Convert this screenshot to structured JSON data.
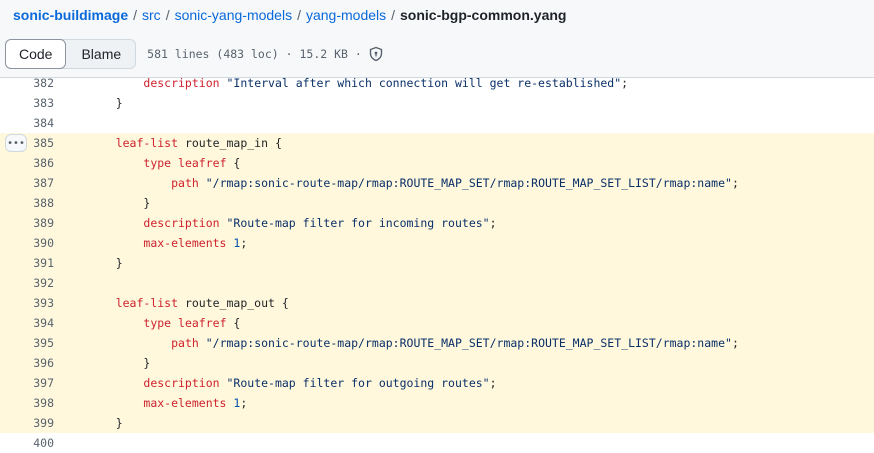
{
  "breadcrumb": {
    "items": [
      "sonic-buildimage",
      "src",
      "sonic-yang-models",
      "yang-models"
    ],
    "separator": "/",
    "current": "sonic-bgp-common.yang"
  },
  "toolbar": {
    "code_label": "Code",
    "blame_label": "Blame",
    "file_meta": "581 lines (483 loc) · 15.2 KB ·",
    "security_icon": "shield-lock-icon"
  },
  "gutter": {
    "more_label": "•••"
  },
  "code": {
    "lines": [
      {
        "n": "382",
        "indent": "        ",
        "tokens": [
          {
            "t": "kw",
            "v": "description"
          },
          {
            "t": "p",
            "v": " "
          },
          {
            "t": "str",
            "v": "\"Interval after which connection will get re-established\""
          },
          {
            "t": "p",
            "v": ";"
          }
        ],
        "hl": false
      },
      {
        "n": "383",
        "indent": "    ",
        "tokens": [
          {
            "t": "p",
            "v": "}"
          }
        ],
        "hl": false
      },
      {
        "n": "384",
        "indent": "",
        "tokens": [],
        "hl": false
      },
      {
        "n": "385",
        "indent": "    ",
        "tokens": [
          {
            "t": "kw",
            "v": "leaf-list"
          },
          {
            "t": "p",
            "v": " route_map_in {"
          }
        ],
        "hl": true,
        "more": true
      },
      {
        "n": "386",
        "indent": "        ",
        "tokens": [
          {
            "t": "kw",
            "v": "type"
          },
          {
            "t": "p",
            "v": " "
          },
          {
            "t": "kw",
            "v": "leafref"
          },
          {
            "t": "p",
            "v": " {"
          }
        ],
        "hl": true
      },
      {
        "n": "387",
        "indent": "            ",
        "tokens": [
          {
            "t": "kw",
            "v": "path"
          },
          {
            "t": "p",
            "v": " "
          },
          {
            "t": "str",
            "v": "\"/rmap:sonic-route-map/rmap:ROUTE_MAP_SET/rmap:ROUTE_MAP_SET_LIST/rmap:name\""
          },
          {
            "t": "p",
            "v": ";"
          }
        ],
        "hl": true
      },
      {
        "n": "388",
        "indent": "        ",
        "tokens": [
          {
            "t": "p",
            "v": "}"
          }
        ],
        "hl": true
      },
      {
        "n": "389",
        "indent": "        ",
        "tokens": [
          {
            "t": "kw",
            "v": "description"
          },
          {
            "t": "p",
            "v": " "
          },
          {
            "t": "str",
            "v": "\"Route-map filter for incoming routes\""
          },
          {
            "t": "p",
            "v": ";"
          }
        ],
        "hl": true
      },
      {
        "n": "390",
        "indent": "        ",
        "tokens": [
          {
            "t": "kw",
            "v": "max-elements"
          },
          {
            "t": "p",
            "v": " "
          },
          {
            "t": "num",
            "v": "1"
          },
          {
            "t": "p",
            "v": ";"
          }
        ],
        "hl": true
      },
      {
        "n": "391",
        "indent": "    ",
        "tokens": [
          {
            "t": "p",
            "v": "}"
          }
        ],
        "hl": true
      },
      {
        "n": "392",
        "indent": "",
        "tokens": [],
        "hl": true
      },
      {
        "n": "393",
        "indent": "    ",
        "tokens": [
          {
            "t": "kw",
            "v": "leaf-list"
          },
          {
            "t": "p",
            "v": " route_map_out {"
          }
        ],
        "hl": true
      },
      {
        "n": "394",
        "indent": "        ",
        "tokens": [
          {
            "t": "kw",
            "v": "type"
          },
          {
            "t": "p",
            "v": " "
          },
          {
            "t": "kw",
            "v": "leafref"
          },
          {
            "t": "p",
            "v": " {"
          }
        ],
        "hl": true
      },
      {
        "n": "395",
        "indent": "            ",
        "tokens": [
          {
            "t": "kw",
            "v": "path"
          },
          {
            "t": "p",
            "v": " "
          },
          {
            "t": "str",
            "v": "\"/rmap:sonic-route-map/rmap:ROUTE_MAP_SET/rmap:ROUTE_MAP_SET_LIST/rmap:name\""
          },
          {
            "t": "p",
            "v": ";"
          }
        ],
        "hl": true
      },
      {
        "n": "396",
        "indent": "        ",
        "tokens": [
          {
            "t": "p",
            "v": "}"
          }
        ],
        "hl": true
      },
      {
        "n": "397",
        "indent": "        ",
        "tokens": [
          {
            "t": "kw",
            "v": "description"
          },
          {
            "t": "p",
            "v": " "
          },
          {
            "t": "str",
            "v": "\"Route-map filter for outgoing routes\""
          },
          {
            "t": "p",
            "v": ";"
          }
        ],
        "hl": true
      },
      {
        "n": "398",
        "indent": "        ",
        "tokens": [
          {
            "t": "kw",
            "v": "max-elements"
          },
          {
            "t": "p",
            "v": " "
          },
          {
            "t": "num",
            "v": "1"
          },
          {
            "t": "p",
            "v": ";"
          }
        ],
        "hl": true
      },
      {
        "n": "399",
        "indent": "    ",
        "tokens": [
          {
            "t": "p",
            "v": "}"
          }
        ],
        "hl": true
      },
      {
        "n": "400",
        "indent": "",
        "tokens": [],
        "hl": false
      }
    ]
  },
  "colors": {
    "link": "#0969da",
    "highlight_bg": "#fff8dc",
    "keyword": "#cf222e",
    "string": "#0a3069",
    "number": "#0550ae",
    "line_number": "#59636e"
  }
}
